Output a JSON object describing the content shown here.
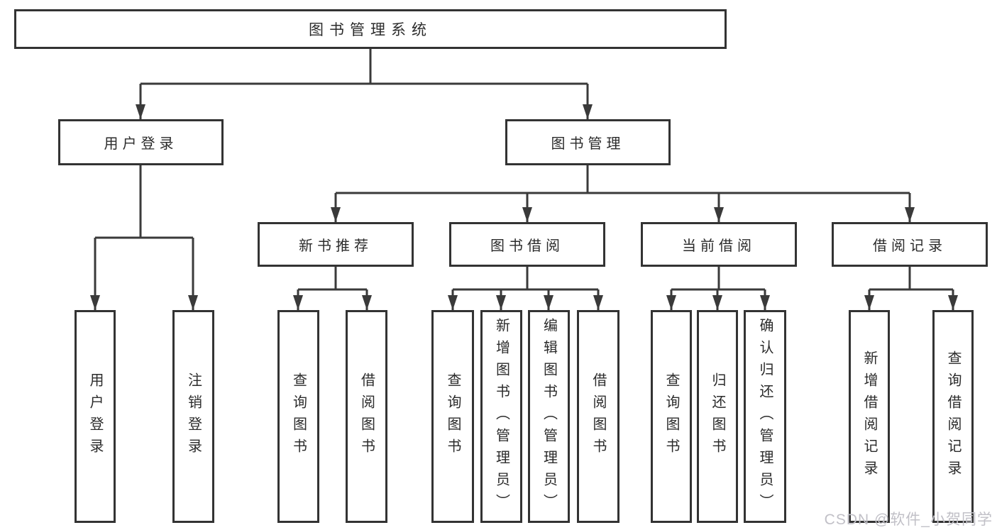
{
  "watermark": "CSDN @软件_小贺同学",
  "colors": {
    "line": "#3a3a3a",
    "box_border": "#333333",
    "text": "#2b2b2b",
    "watermark": "#c1c0c7",
    "background": "#ffffff"
  },
  "tree": {
    "label": "图书管理系统",
    "children": [
      {
        "label": "用户登录",
        "children": [
          {
            "label": "用户登录"
          },
          {
            "label": "注销登录"
          }
        ]
      },
      {
        "label": "图书管理",
        "children": [
          {
            "label": "新书推荐",
            "children": [
              {
                "label": "查询图书"
              },
              {
                "label": "借阅图书"
              }
            ]
          },
          {
            "label": "图书借阅",
            "children": [
              {
                "label": "查询图书"
              },
              {
                "label": "新增图书（管理员）"
              },
              {
                "label": "编辑图书（管理员）"
              },
              {
                "label": "借阅图书"
              }
            ]
          },
          {
            "label": "当前借阅",
            "children": [
              {
                "label": "查询图书"
              },
              {
                "label": "归还图书"
              },
              {
                "label": "确认归还（管理员）"
              }
            ]
          },
          {
            "label": "借阅记录",
            "children": [
              {
                "label": "新增借阅记录"
              },
              {
                "label": "查询借阅记录"
              }
            ]
          }
        ]
      }
    ]
  }
}
